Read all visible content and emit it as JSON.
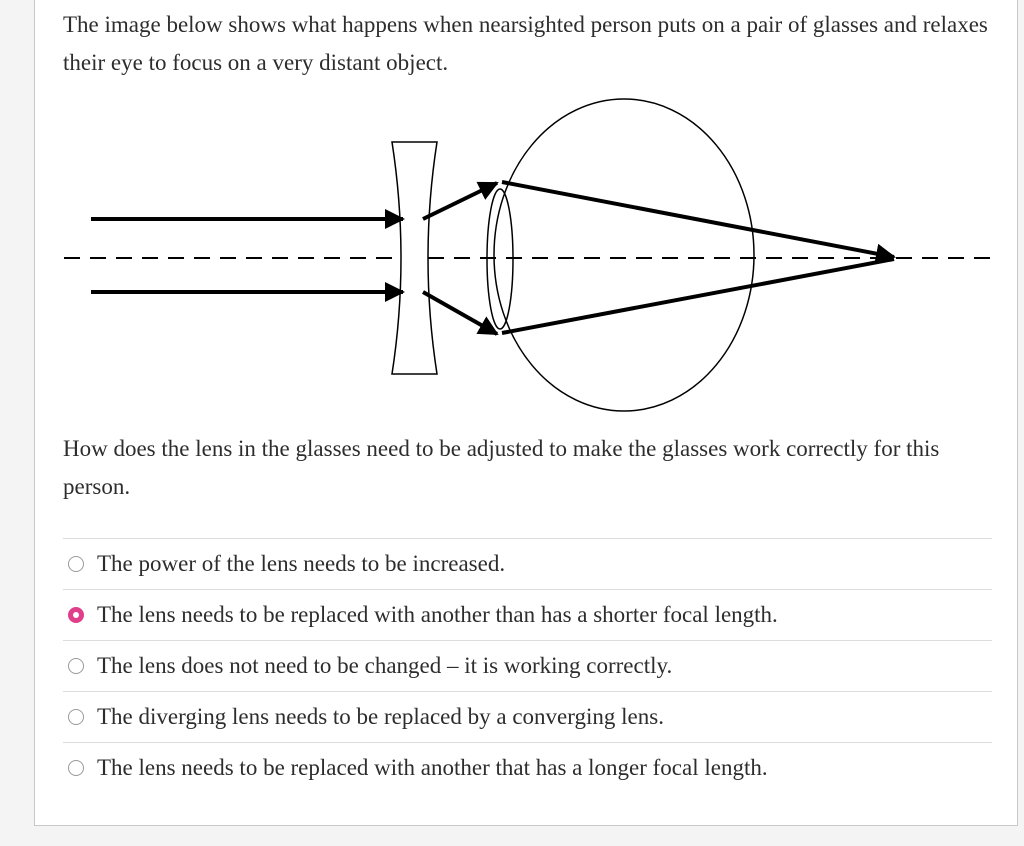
{
  "question": {
    "intro": "The image below shows what happens when nearsighted person puts on a pair of glasses and relaxes their eye to focus on a very distant object.",
    "prompt": "How does the lens in the glasses need to be adjusted to make the glasses work correctly for this person."
  },
  "options": [
    {
      "label": "The power of the lens needs to be increased.",
      "selected": false
    },
    {
      "label": "The lens needs to be replaced with another than has a shorter focal length.",
      "selected": true
    },
    {
      "label": "The lens does not need to be changed – it is working correctly.",
      "selected": false
    },
    {
      "label": "The diverging lens needs to be replaced by a converging lens.",
      "selected": false
    },
    {
      "label": "The lens needs to be replaced with another that has a longer focal length.",
      "selected": false
    }
  ],
  "colors": {
    "selected_radio": "#e0408a",
    "text": "#2d2d2d"
  }
}
